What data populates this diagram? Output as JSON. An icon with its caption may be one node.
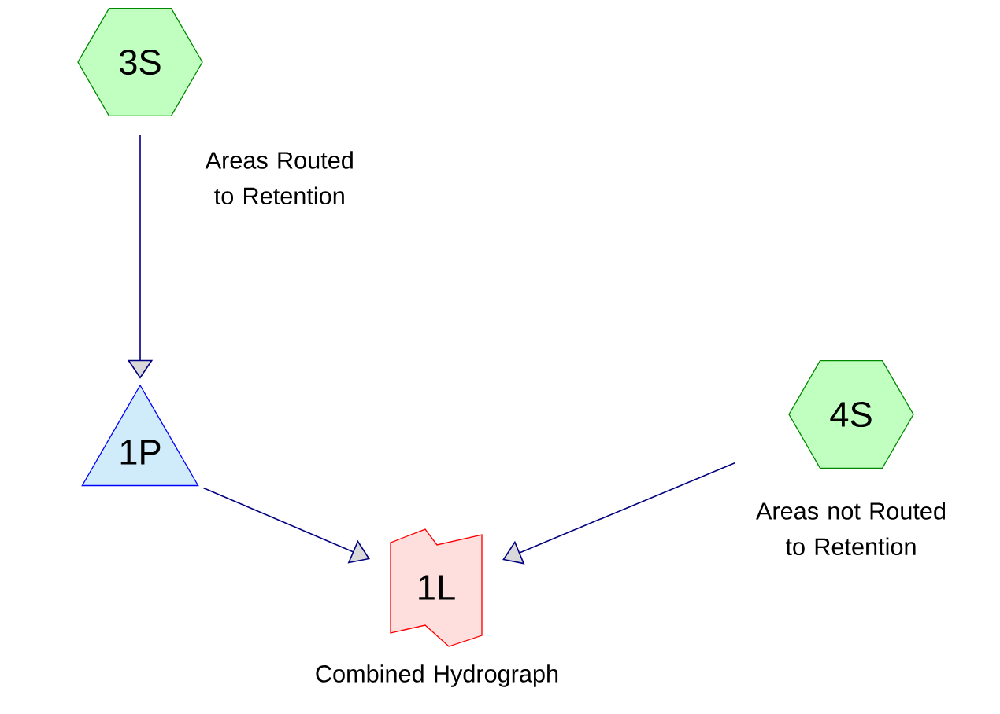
{
  "diagram": {
    "nodes": [
      {
        "text": [
          "3S"
        ],
        "beside": [
          "Areas Routed to Retention"
        ]
      },
      {
        "text": [
          "1P"
        ]
      },
      {
        "text": [
          "1L"
        ],
        "beside": [
          "Combined Hydrograph"
        ]
      },
      {
        "text": [
          "4S"
        ],
        "beside": [
          "Areas not Routed to Retention"
        ]
      }
    ],
    "edges": [
      {
        "from": 0,
        "to": 1,
        "arrow": "to"
      },
      {
        "from": 1,
        "to": 2,
        "arrow": "to"
      },
      {
        "from": 3,
        "to": 2,
        "arrow": "to"
      }
    ]
  }
}
